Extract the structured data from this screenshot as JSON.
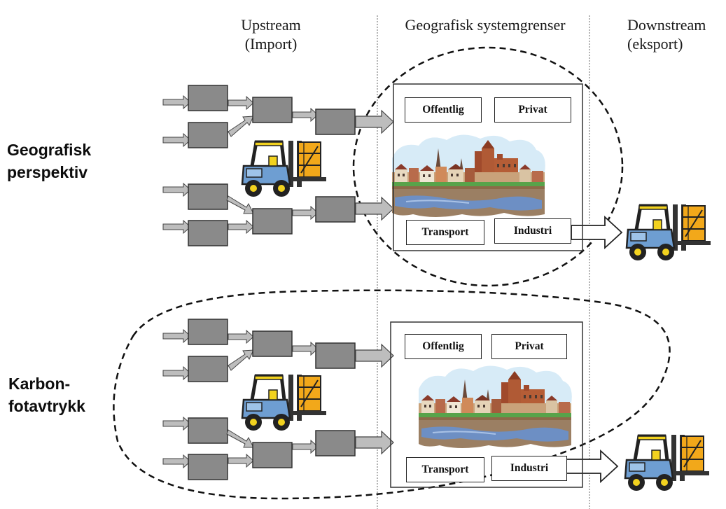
{
  "columns": {
    "upstream": {
      "line1": "Upstream",
      "line2": "(Import)"
    },
    "geographic": {
      "line1": "Geografisk systemgrenser"
    },
    "downstream": {
      "line1": "Downstream",
      "line2": "(eksport)"
    }
  },
  "rows": {
    "geographic": {
      "line1": "Geografisk",
      "line2": "perspektiv"
    },
    "carbon": {
      "line1": "Karbon-",
      "line2": "fotavtrykk"
    }
  },
  "sectors": {
    "public": "Offentlig",
    "private": "Privat",
    "transport": "Transport",
    "industry": "Industri"
  },
  "icons": [
    "forklift-icon",
    "town-skyline-icon",
    "process-box-icon",
    "flow-arrow-icon",
    "boundary-ellipse"
  ],
  "colors": {
    "process_box": "#8a8a8a",
    "arrow": "#bdbdbd",
    "forklift_body": "#f2d21f",
    "forklift_cab": "#6e9ed2",
    "sky": "#d7ebf7",
    "water": "#6d8fc4"
  }
}
